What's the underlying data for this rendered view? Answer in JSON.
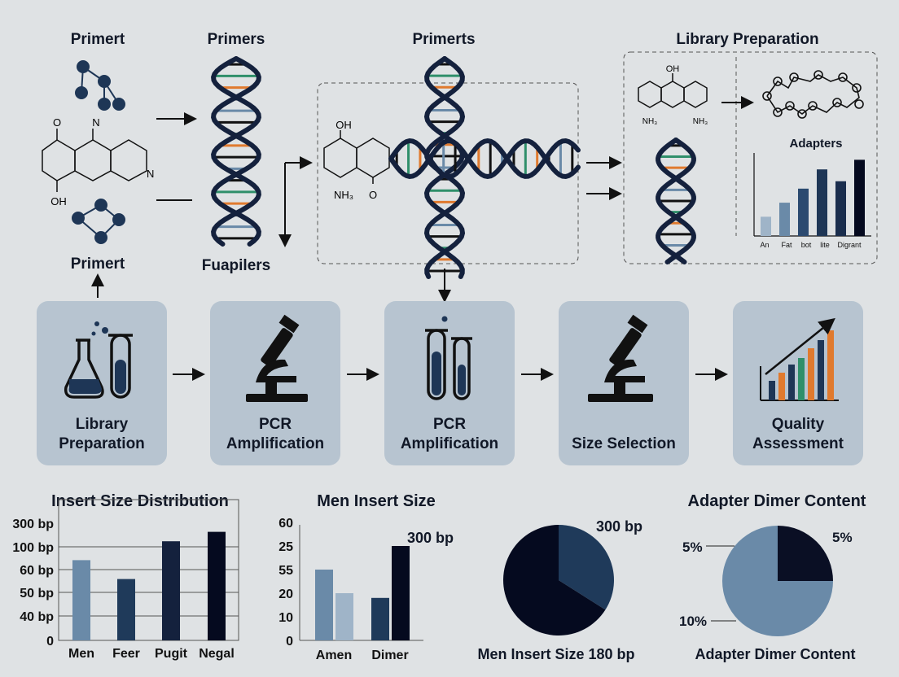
{
  "colors": {
    "background": "#dfe2e4",
    "step_box": "#b7c4d0",
    "navy": "#14213d",
    "dark": "#050a1f",
    "mid_blue": "#1f3a5a",
    "light_blue": "#6a8aa8",
    "pale_blue": "#9fb4c8",
    "orange": "#e07a2e",
    "green": "#2f8f6a"
  },
  "top": {
    "label_primert_1": "Primert",
    "label_primers": "Primers",
    "label_primerts": "Primerts",
    "label_library_preparation": "Library Preparation",
    "label_primert_2": "Primert",
    "label_fuapilers": "Fuapilers",
    "molecule_atoms": {
      "n": "N",
      "o": "O",
      "oh": "OH",
      "nh": "NH₃"
    },
    "adapters_chart": {
      "title": "Adapters",
      "categories": [
        "An",
        "Fat",
        "bot",
        "lite",
        "Digrant"
      ],
      "values": [
        26,
        45,
        64,
        90,
        74,
        103
      ]
    }
  },
  "steps": [
    {
      "label": "Library\nPreparation",
      "icon": "flask-and-test-tube-icon"
    },
    {
      "label": "PCR Amplification",
      "icon": "microscope-icon"
    },
    {
      "label": "PCR\nAmplification",
      "icon": "test-tubes-icon"
    },
    {
      "label": "Size Selection",
      "icon": "microscope-icon"
    },
    {
      "label": "Quality\nAssessment",
      "icon": "growth-chart-icon"
    }
  ],
  "chart_data": [
    {
      "type": "bar",
      "title": "Insert Size Distribution",
      "y_tick_labels": [
        "0",
        "40 bp",
        "50 bp",
        "60 bp",
        "100 bp",
        "300 bp"
      ],
      "categories": [
        "Men",
        "Feer",
        "Pugit",
        "Negal"
      ],
      "values_in_tick_steps": [
        3.4,
        2.6,
        4.2,
        4.6
      ],
      "grid": true
    },
    {
      "type": "bar",
      "title": "Men Insert Size",
      "y_tick_labels": [
        "0",
        "10",
        "20",
        "55",
        "25",
        "60"
      ],
      "categories": [
        "Amen",
        "Dimer"
      ],
      "series_values_in_tick_steps": [
        [
          3.0,
          2.0
        ],
        [
          1.8,
          4.0
        ]
      ],
      "annotation": "300 bp",
      "grid": false
    },
    {
      "type": "pie",
      "caption": "Men Insert Size 180 bp",
      "annotation": "300 bp",
      "slices": [
        34,
        66
      ]
    },
    {
      "type": "pie",
      "title": "Adapter Dimer Content",
      "caption": "Adapter Dimer Content",
      "labels": [
        "5%",
        "5%",
        "10%"
      ],
      "slices": [
        25,
        75
      ]
    }
  ]
}
